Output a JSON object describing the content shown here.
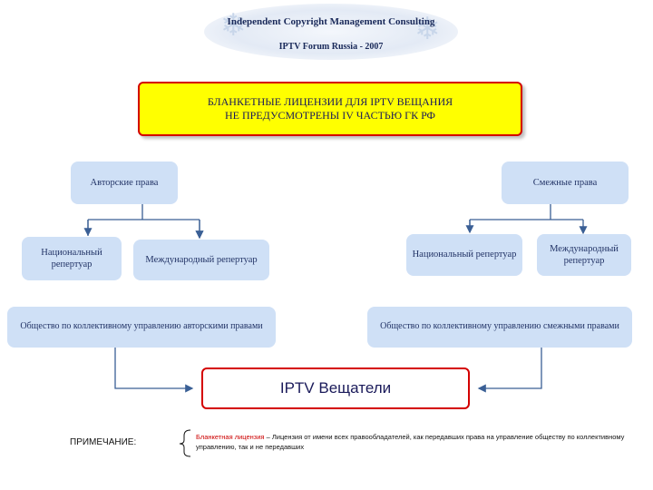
{
  "header": {
    "line1": "Independent Copyright Management Consulting",
    "line2": "IPTV Forum Russia - 2007"
  },
  "title": {
    "line1": "БЛАНКЕТНЫЕ ЛИЦЕНЗИИ ДЛЯ IPTV ВЕЩАНИЯ",
    "line2": "НЕ ПРЕДУСМОТРЕНЫ IV ЧАСТЬЮ ГК РФ"
  },
  "left": {
    "category": "Авторские права",
    "national": "Национальный репертуар",
    "international": "Международный репертуар",
    "society": "Общество по коллективному управлению авторскими правами"
  },
  "right": {
    "category": "Смежные права",
    "national": "Национальный репертуар",
    "international": "Международный репертуар",
    "society": "Общество по коллективному управлению смежными правами"
  },
  "iptv": "IPTV Вещатели",
  "note": {
    "label": "ПРИМЕЧАНИЕ:",
    "term": "Бланкетная лицензия",
    "text": " – Лицензия от имени всех правообладателей, как передавших права на управление обществу по коллективному управлению, так и не передавших"
  },
  "colors": {
    "title_fill": "#ffff00",
    "title_border": "#d40000",
    "box_fill": "#cfe0f6",
    "connector": "#3a5f95",
    "iptv_border": "#d40000"
  }
}
